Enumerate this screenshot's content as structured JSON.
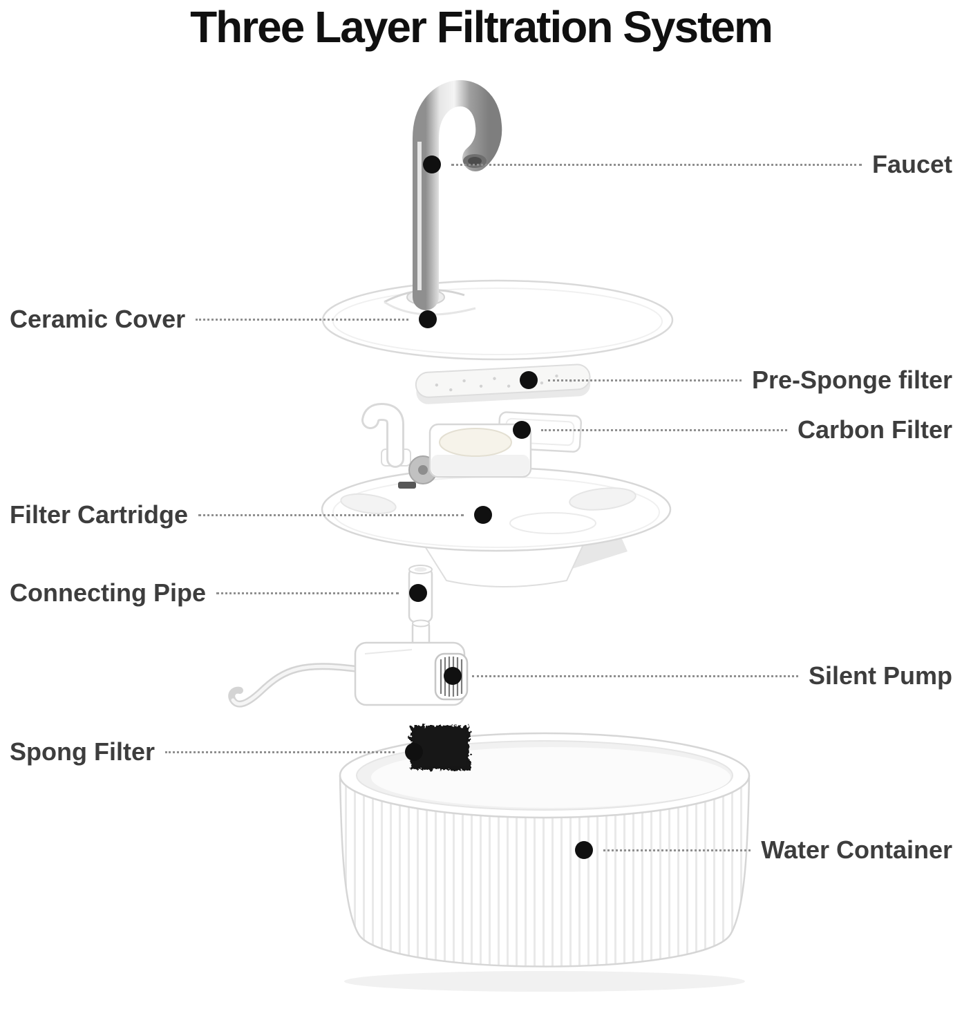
{
  "title": "Three Layer Filtration System",
  "callouts": [
    {
      "id": "faucet",
      "label": "Faucet",
      "side": "right"
    },
    {
      "id": "ceramic-cover",
      "label": "Ceramic Cover",
      "side": "left"
    },
    {
      "id": "pre-sponge-filter",
      "label": "Pre-Sponge filter",
      "side": "right"
    },
    {
      "id": "carbon-filter",
      "label": "Carbon Filter",
      "side": "right"
    },
    {
      "id": "filter-cartridge",
      "label": "Filter Cartridge",
      "side": "left"
    },
    {
      "id": "connecting-pipe",
      "label": "Connecting Pipe",
      "side": "left"
    },
    {
      "id": "silent-pump",
      "label": "Silent Pump",
      "side": "right"
    },
    {
      "id": "spong-filter",
      "label": "Spong Filter",
      "side": "left"
    },
    {
      "id": "water-container",
      "label": "Water Container",
      "side": "right"
    }
  ],
  "colors": {
    "background": "#ffffff",
    "title_text": "#101010",
    "label_text": "#3d3d3d",
    "leader_dot": "#101010",
    "leader_line": "#8f8f8f",
    "product_body": "#ffffff",
    "product_outline": "#d7d7d7",
    "sponge_filter": "#171717",
    "faucet_chrome": "#bdbdbd"
  }
}
